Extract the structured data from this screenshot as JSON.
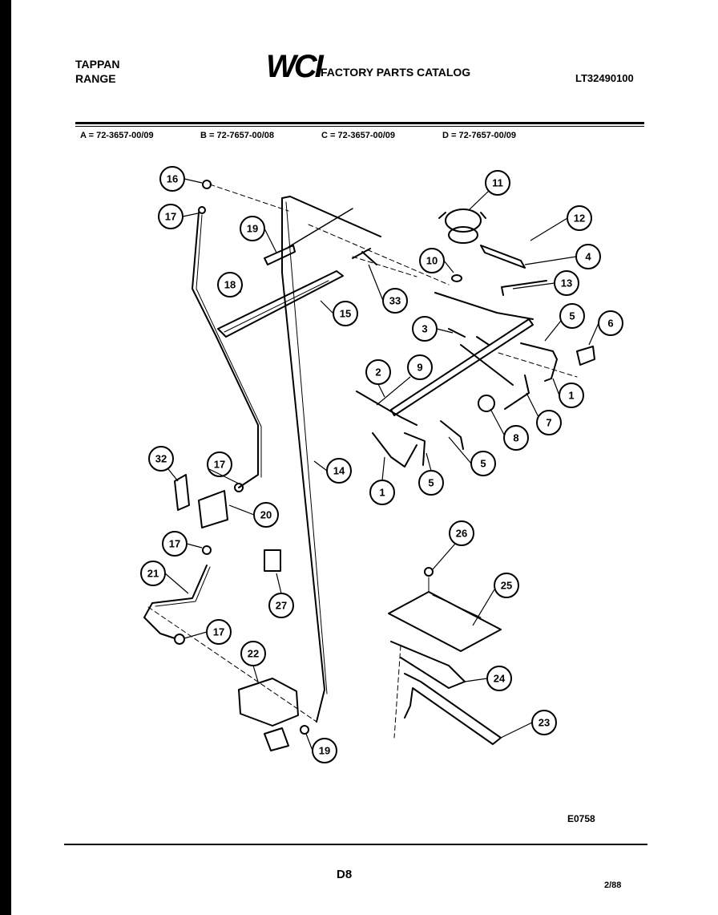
{
  "header": {
    "brand_line1": "TAPPAN",
    "brand_line2": "RANGE",
    "logo_text": "WCI",
    "catalog_title": "FACTORY PARTS CATALOG",
    "model_number": "LT32490100"
  },
  "variants": [
    {
      "label": "A = 72-3657-00/09"
    },
    {
      "label": "B = 72-7657-00/08"
    },
    {
      "label": "C = 72-3657-00/09"
    },
    {
      "label": "D = 72-7657-00/09"
    }
  ],
  "callouts": [
    "16",
    "17",
    "19",
    "18",
    "15",
    "33",
    "11",
    "12",
    "4",
    "10",
    "13",
    "3",
    "5",
    "6",
    "2",
    "9",
    "1",
    "7",
    "8",
    "1",
    "5",
    "5",
    "32",
    "17",
    "14",
    "20",
    "17",
    "27",
    "21",
    "17",
    "22",
    "19",
    "26",
    "25",
    "24",
    "23"
  ],
  "footer": {
    "diagram_code": "E0758",
    "page_number": "D8",
    "date": "2/88"
  }
}
